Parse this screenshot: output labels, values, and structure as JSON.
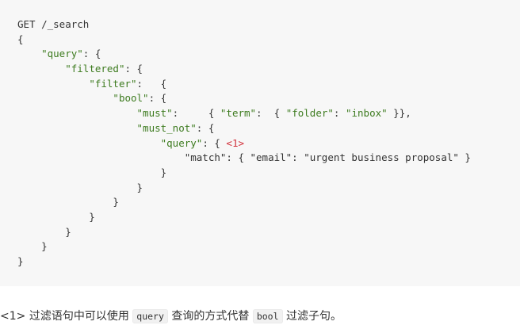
{
  "code": {
    "request_line": "GET /_search",
    "lines": [
      [
        {
          "t": "plain",
          "v": "GET /_search"
        }
      ],
      [
        {
          "t": "plain",
          "v": "{"
        }
      ],
      [
        {
          "t": "plain",
          "v": "    "
        },
        {
          "t": "str",
          "v": "\"query\""
        },
        {
          "t": "plain",
          "v": ": {"
        }
      ],
      [
        {
          "t": "plain",
          "v": "        "
        },
        {
          "t": "str",
          "v": "\"filtered\""
        },
        {
          "t": "plain",
          "v": ": {"
        }
      ],
      [
        {
          "t": "plain",
          "v": "            "
        },
        {
          "t": "str",
          "v": "\"filter\""
        },
        {
          "t": "plain",
          "v": ":   {"
        }
      ],
      [
        {
          "t": "plain",
          "v": "                "
        },
        {
          "t": "str",
          "v": "\"bool\""
        },
        {
          "t": "plain",
          "v": ": {"
        }
      ],
      [
        {
          "t": "plain",
          "v": "                    "
        },
        {
          "t": "str",
          "v": "\"must\""
        },
        {
          "t": "plain",
          "v": ":     { "
        },
        {
          "t": "str",
          "v": "\"term\""
        },
        {
          "t": "plain",
          "v": ":  { "
        },
        {
          "t": "str",
          "v": "\"folder\""
        },
        {
          "t": "plain",
          "v": ": "
        },
        {
          "t": "str",
          "v": "\"inbox\""
        },
        {
          "t": "plain",
          "v": " }},"
        }
      ],
      [
        {
          "t": "plain",
          "v": "                    "
        },
        {
          "t": "str",
          "v": "\"must_not\""
        },
        {
          "t": "plain",
          "v": ": {"
        }
      ],
      [
        {
          "t": "plain",
          "v": "                        "
        },
        {
          "t": "str",
          "v": "\"query\""
        },
        {
          "t": "plain",
          "v": ": { "
        },
        {
          "t": "callout",
          "v": "<1>"
        }
      ],
      [
        {
          "t": "plain",
          "v": "                            \"match\": { \"email\": \"urgent business proposal\" }"
        }
      ],
      [
        {
          "t": "plain",
          "v": "                        }"
        }
      ],
      [
        {
          "t": "plain",
          "v": "                    }"
        }
      ],
      [
        {
          "t": "plain",
          "v": "                }"
        }
      ],
      [
        {
          "t": "plain",
          "v": "            }"
        }
      ],
      [
        {
          "t": "plain",
          "v": "        }"
        }
      ],
      [
        {
          "t": "plain",
          "v": "    }"
        }
      ],
      [
        {
          "t": "plain",
          "v": "}"
        }
      ]
    ]
  },
  "note": {
    "callout": "<1>",
    "text_before": " 过滤语句中可以使用 ",
    "code_query": "query",
    "text_middle": " 查询的方式代替 ",
    "code_bool": "bool",
    "text_after": " 过滤子句。"
  },
  "colors": {
    "string": "#3d7b1f",
    "callout": "#d1303a",
    "code_background": "#f7f7f7",
    "text": "#333333"
  }
}
